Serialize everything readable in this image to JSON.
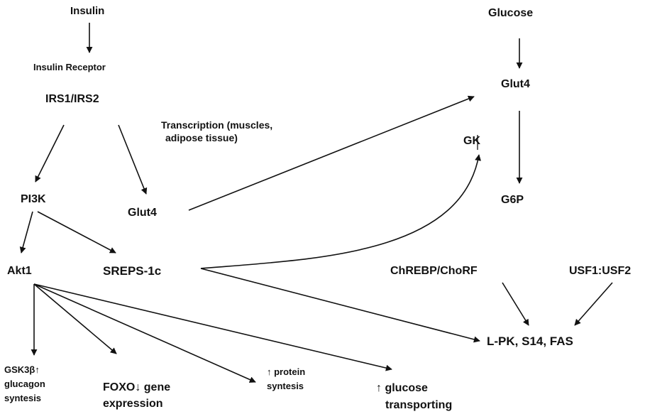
{
  "nodes": {
    "insulin": "Insulin",
    "insulin_receptor": "Insulin Receptor",
    "irs": "IRS1/IRS2",
    "pi3k": "PI3K",
    "glut4_left": "Glut4",
    "akt1": "Akt1",
    "sreps": "SREPS-1c",
    "glucose": "Glucose",
    "glut4_right": "Glut4",
    "gk": "GK",
    "g6p": "G6P",
    "chrebp": "ChREBP/ChoRF",
    "usf": "USF1:USF2",
    "lpk": "L-PK, S14, FAS",
    "transcription": [
      "Transcription (muscles,",
      "adipose tissue)"
    ],
    "gsk": [
      "GSK3β↑",
      "glucagon",
      "syntesis"
    ],
    "foxo": [
      "FOXO↓ gene",
      "expression"
    ],
    "protein": [
      "↑ protein",
      "syntesis"
    ],
    "glucose_transport": [
      "↑ glucose",
      "transporting"
    ]
  },
  "colors": {
    "line": "#111111",
    "text": "#111111",
    "background": "#ffffff"
  }
}
